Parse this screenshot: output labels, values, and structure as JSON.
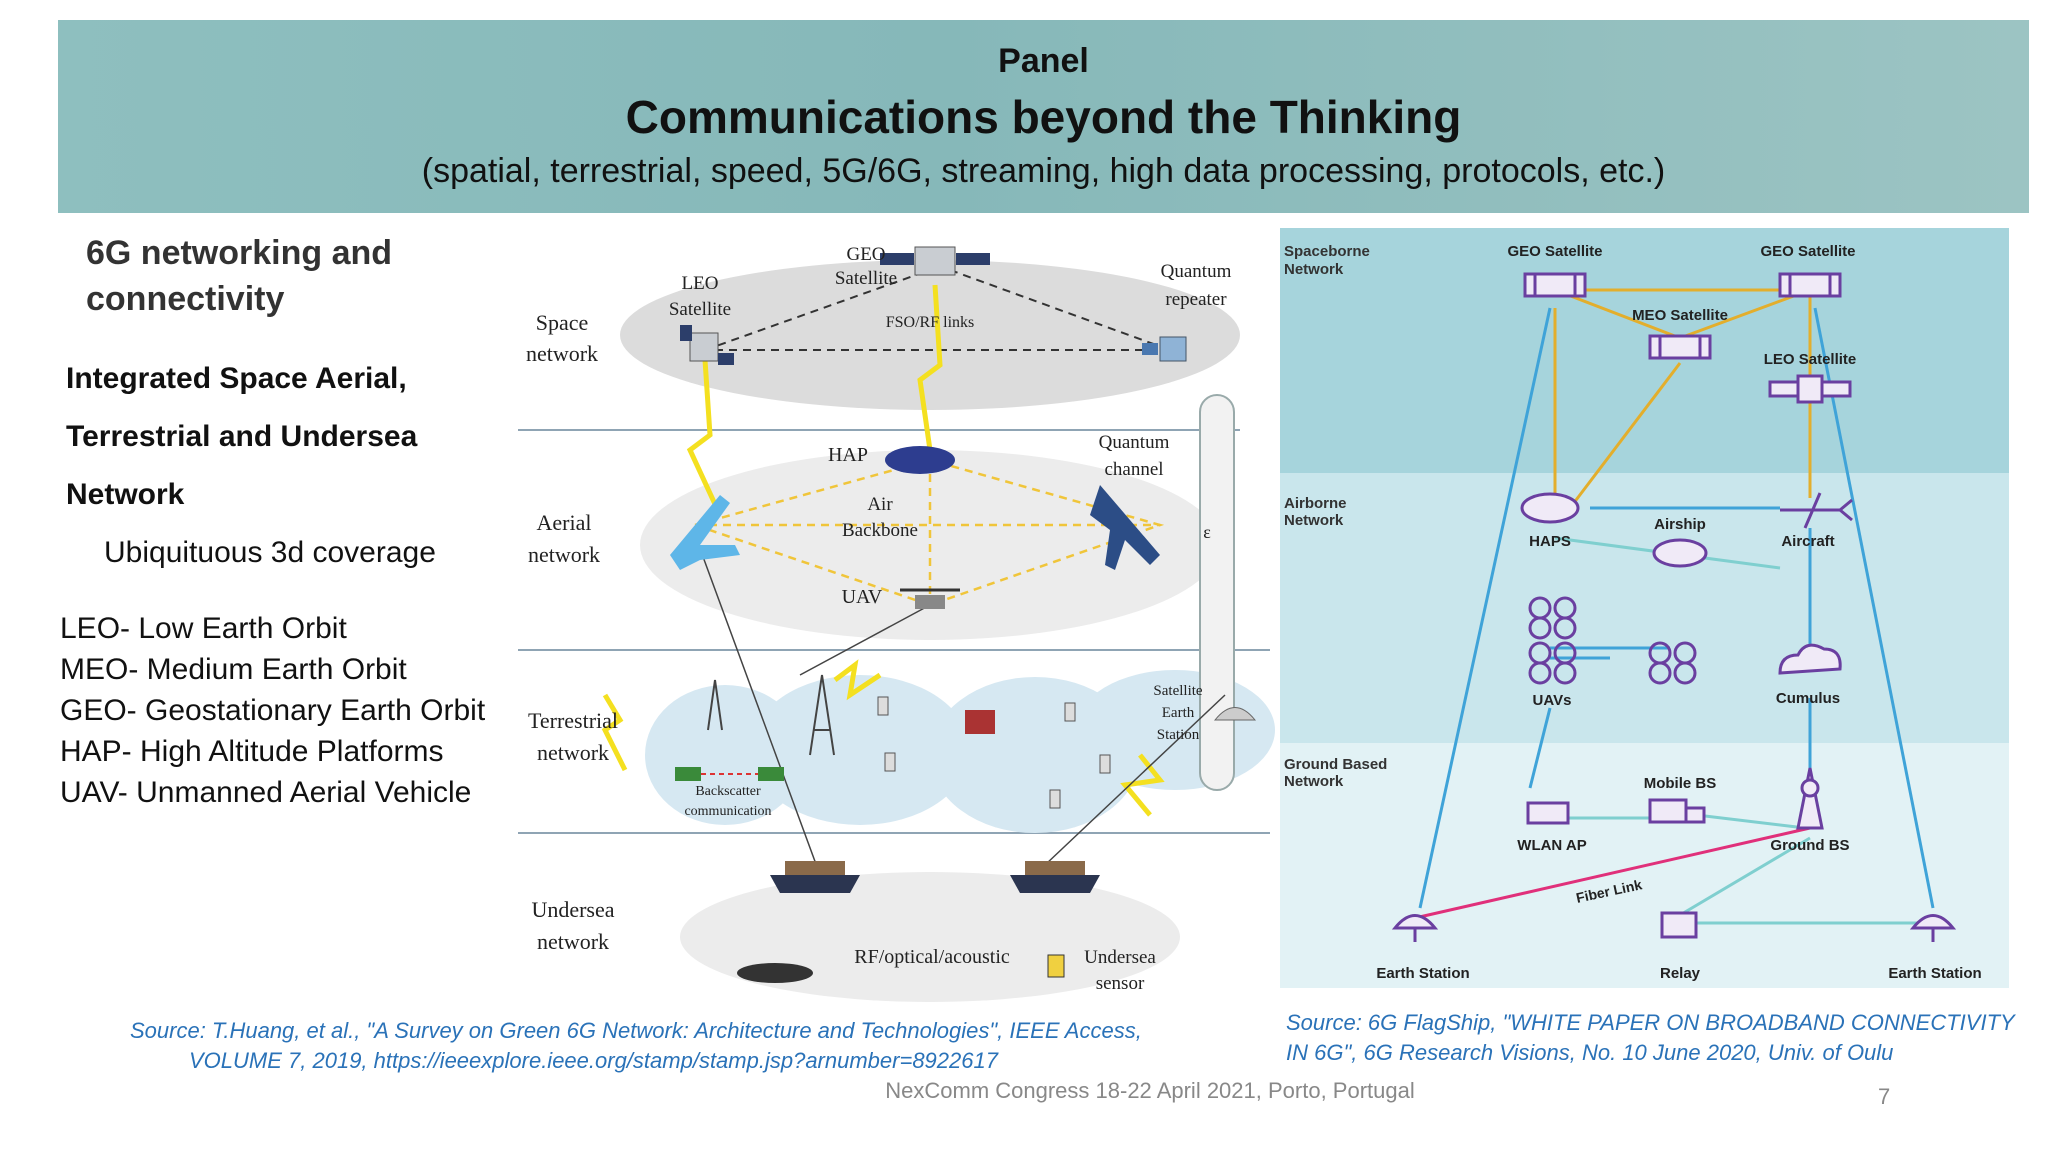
{
  "header": {
    "panel": "Panel",
    "title": "Communications beyond the Thinking",
    "subtitle": "(spatial, terrestrial, speed, 5G/6G, streaming, high data processing, protocols, etc.)"
  },
  "left": {
    "heading": "6G networking and connectivity",
    "bold_lines": [
      "Integrated Space Aerial,",
      "Terrestrial and Undersea",
      "Network"
    ],
    "note": "Ubiquituous 3d coverage",
    "abbreviations": [
      "LEO- Low Earth Orbit",
      "MEO- Medium Earth Orbit",
      "GEO- Geostationary Earth Orbit",
      "HAP- High Altitude Platforms",
      "UAV- Unmanned Aerial Vehicle"
    ]
  },
  "diagram_left": {
    "layers": [
      "Space network",
      "Aerial network",
      "Terrestrial network",
      "Undersea network"
    ],
    "labels": {
      "geo": "GEO Satellite",
      "leo": "LEO Satellite",
      "quantum_repeater": "Quantum repeater",
      "fso": "FSO/RF links",
      "hap": "HAP",
      "quantum_channel": "Quantum channel",
      "air_backbone": "Air Backbone",
      "uav": "UAV",
      "epsilon": "ε",
      "satellite_earth_station": "Satellite Earth Station",
      "backscatter": "Backscatter communication",
      "rf_optical": "RF/optical/acoustic",
      "undersea_sensor": "Undersea sensor"
    }
  },
  "diagram_right": {
    "zones": [
      "Spaceborne Network",
      "Airborne Network",
      "Ground Based Network"
    ],
    "nodes": {
      "geo1": "GEO Satellite",
      "geo2": "GEO Satellite",
      "meo": "MEO Satellite",
      "leo": "LEO Satellite",
      "haps": "HAPS",
      "airship": "Airship",
      "aircraft": "Aircraft",
      "uavs": "UAVs",
      "cumulus": "Cumulus",
      "wlan": "WLAN AP",
      "mobile_bs": "Mobile BS",
      "ground_bs": "Ground BS",
      "earth1": "Earth Station",
      "relay": "Relay",
      "earth2": "Earth Station",
      "fiber": "Fiber Link"
    },
    "colors": {
      "space_zone": "#a6d4dc",
      "air_zone": "#c9e6ec",
      "ground_zone": "#e2f2f5",
      "icon": "#6a3fa0",
      "link_blue": "#3fa3d8",
      "link_orange": "#e3ae2c",
      "link_pink": "#e0307a"
    }
  },
  "sources": {
    "left_line1": "Source: T.Huang, et al., \"A Survey on Green 6G Network: Architecture and Technologies\", IEEE Access,",
    "left_line2": "VOLUME 7, 2019,  https://ieeexplore.ieee.org/stamp/stamp.jsp?arnumber=8922617",
    "right_line1": "Source: 6G FlagShip, \"WHITE PAPER ON BROADBAND CONNECTIVITY",
    "right_line2": "IN 6G\", 6G Research Visions, No. 10 June 2020, Univ. of Oulu"
  },
  "footer": {
    "text": "NexComm  Congress 18-22 April 2021, Porto, Portugal",
    "page": "7"
  }
}
